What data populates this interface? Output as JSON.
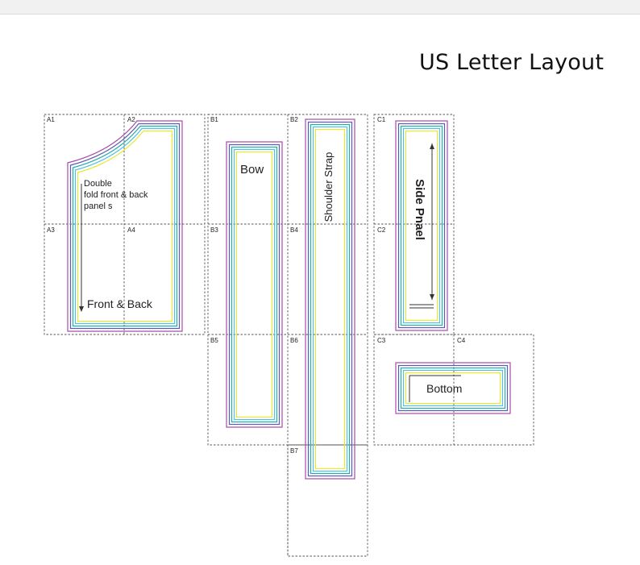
{
  "page": {
    "title": "US Letter Layout"
  },
  "colors": {
    "outer_line": "#a64ca6",
    "line_2": "#5a5ab8",
    "line_3": "#2aa9a9",
    "line_4": "#4fc3e0",
    "inner_line": "#e8e830",
    "tile_border": "#555555"
  },
  "tiles": {
    "A1": "A1",
    "A2": "A2",
    "A3": "A3",
    "A4": "A4",
    "B1": "B1",
    "B2": "B2",
    "B3": "B3",
    "B4": "B4",
    "B5": "B5",
    "B6": "B6",
    "B7": "B7",
    "C1": "C1",
    "C2": "C2",
    "C3": "C3",
    "C4": "C4"
  },
  "pieces": {
    "front_back": {
      "label": "Front & Back",
      "note_line1": "Double",
      "note_line2": "fold front & back",
      "note_line3": "panel s"
    },
    "bow": {
      "label": "Bow"
    },
    "shoulder_strap": {
      "label": "Shoulder Strap"
    },
    "side_panel": {
      "label": "Side Pnael"
    },
    "bottom": {
      "label": "Bottom"
    }
  }
}
